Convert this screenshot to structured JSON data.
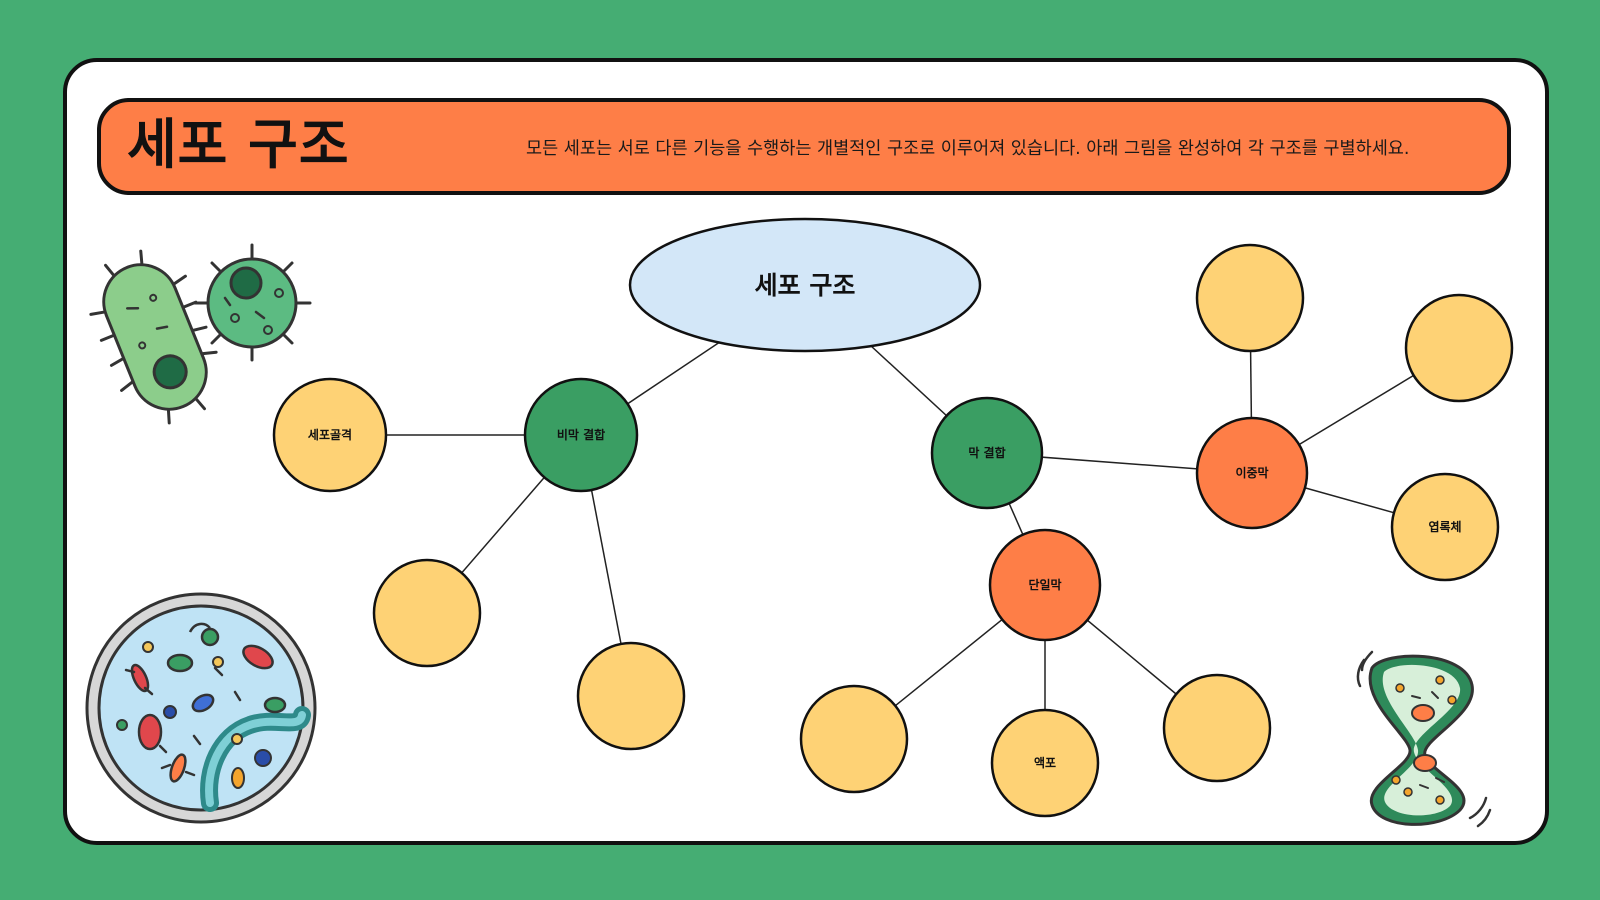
{
  "header": {
    "title": "세포 구조",
    "subtitle": "모든 세포는 서로 다른 기능을 수행하는 개별적인 구조로 이루어져 있습니다. 아래 그림을 완성하여 각 구조를 구별하세요."
  },
  "colors": {
    "background": "#45ad73",
    "banner": "#fe7e47",
    "root_fill": "#d3e7f8",
    "green_node": "#3a9e63",
    "orange_node": "#fe7e47",
    "yellow_node": "#fed275"
  },
  "diagram": {
    "root": {
      "id": "root",
      "label": "세포 구조"
    },
    "nodes": [
      {
        "id": "non-membrane",
        "label": "비막 결합",
        "kind": "green"
      },
      {
        "id": "membrane",
        "label": "막 결합",
        "kind": "green"
      },
      {
        "id": "double-membrane",
        "label": "이중막",
        "kind": "orange"
      },
      {
        "id": "single-membrane",
        "label": "단일막",
        "kind": "orange"
      },
      {
        "id": "cytoskeleton",
        "label": "세포골격",
        "kind": "yellow"
      },
      {
        "id": "blank-1",
        "label": "",
        "kind": "yellow"
      },
      {
        "id": "blank-2",
        "label": "",
        "kind": "yellow"
      },
      {
        "id": "blank-3",
        "label": "",
        "kind": "yellow"
      },
      {
        "id": "blank-4",
        "label": "",
        "kind": "yellow"
      },
      {
        "id": "chloroplast",
        "label": "엽록체",
        "kind": "yellow"
      },
      {
        "id": "blank-5",
        "label": "",
        "kind": "yellow"
      },
      {
        "id": "vacuole",
        "label": "액포",
        "kind": "yellow"
      },
      {
        "id": "blank-6",
        "label": "",
        "kind": "yellow"
      }
    ],
    "edges": [
      [
        "root",
        "non-membrane"
      ],
      [
        "root",
        "membrane"
      ],
      [
        "non-membrane",
        "cytoskeleton"
      ],
      [
        "non-membrane",
        "blank-1"
      ],
      [
        "non-membrane",
        "blank-2"
      ],
      [
        "membrane",
        "double-membrane"
      ],
      [
        "membrane",
        "single-membrane"
      ],
      [
        "double-membrane",
        "blank-3"
      ],
      [
        "double-membrane",
        "blank-4"
      ],
      [
        "double-membrane",
        "chloroplast"
      ],
      [
        "single-membrane",
        "blank-5"
      ],
      [
        "single-membrane",
        "vacuole"
      ],
      [
        "single-membrane",
        "blank-6"
      ]
    ]
  },
  "illustrations": [
    {
      "id": "bacteria-cells",
      "icon": "bacteria-illustration"
    },
    {
      "id": "petri-dish",
      "icon": "petri-dish-illustration"
    },
    {
      "id": "dividing-cell",
      "icon": "cell-division-illustration"
    }
  ]
}
